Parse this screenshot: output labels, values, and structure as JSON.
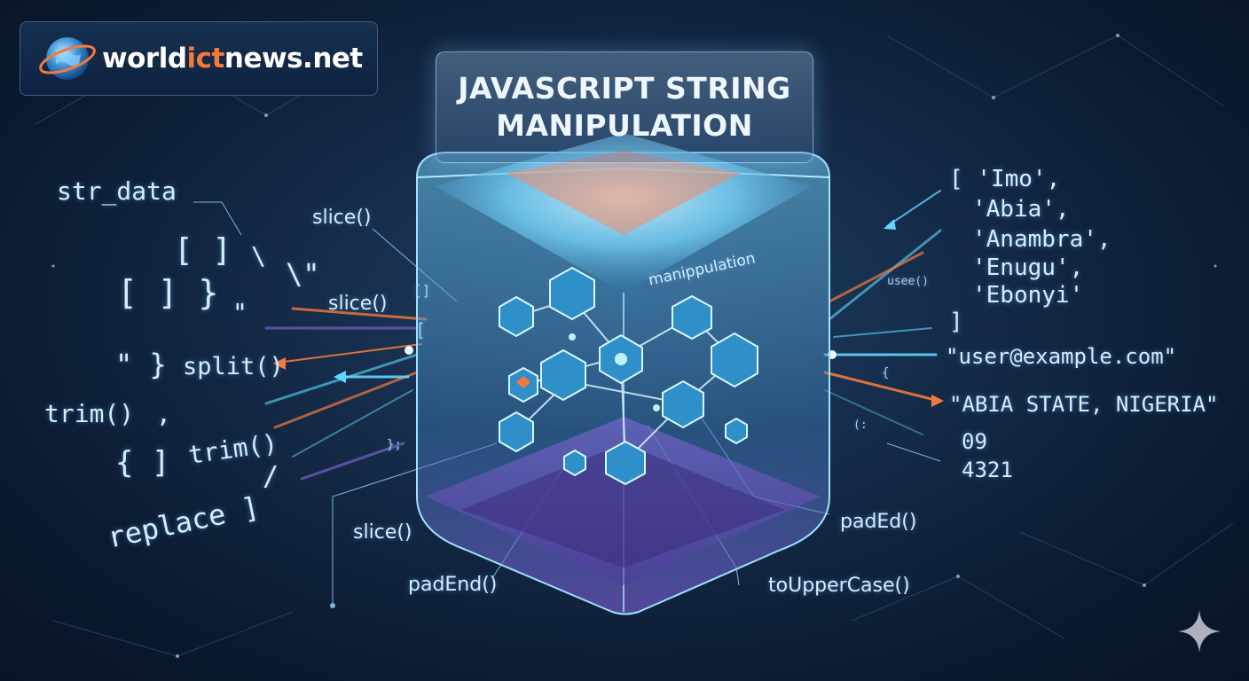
{
  "logo": {
    "part1": "world",
    "part2": "ict",
    "part3": "news.net"
  },
  "title": {
    "line1": "JAVASCRIPT STRING",
    "line2": "MANIPULATION"
  },
  "cube_label": "manippulation",
  "left_code": {
    "str_data": "str_data",
    "brackets_1": "[ ]",
    "slash_1": "\\",
    "quote_slash": "\\\"",
    "brackets_2": "[ ] }",
    "quote_1": "\"",
    "quote_2": "\" }",
    "split": "split()",
    "trim_1": "trim()",
    "comma": ",",
    "brace_bracket": "{ ]",
    "trim_2": "trim()",
    "slash_2": "/",
    "replace": "replace ]"
  },
  "method_labels": {
    "slice_top": "slice()",
    "slice_mid": "slice()",
    "slice_bottom": "slice()",
    "padend": "padEnd()",
    "paded": "padEd()",
    "touppercase": "toUpperCase()",
    "usee": "usee()"
  },
  "small_glyphs": {
    "bracket_a": "[]",
    "bracket_b": "[",
    "brace_close": "};",
    "brace_r": "{",
    "paren_r": "(:"
  },
  "right_code": {
    "array_open": "[ 'Imo',",
    "abia": "'Abia',",
    "anambra": "'Anambra',",
    "enugu": "'Enugu',",
    "ebonyi": "'Ebonyi'",
    "array_close": "]",
    "email": "\"user@example.com\"",
    "state": "\"ABIA STATE, NIGERIA\"",
    "num_1": "09",
    "num_2": "4321"
  },
  "colors": {
    "accent_orange": "#f47a3c",
    "accent_cyan": "#5fd8ff",
    "text_light": "#d6ecff",
    "accent_purple": "#8f6ae0"
  },
  "icons": [
    "globe-icon",
    "sparkle-icon"
  ]
}
